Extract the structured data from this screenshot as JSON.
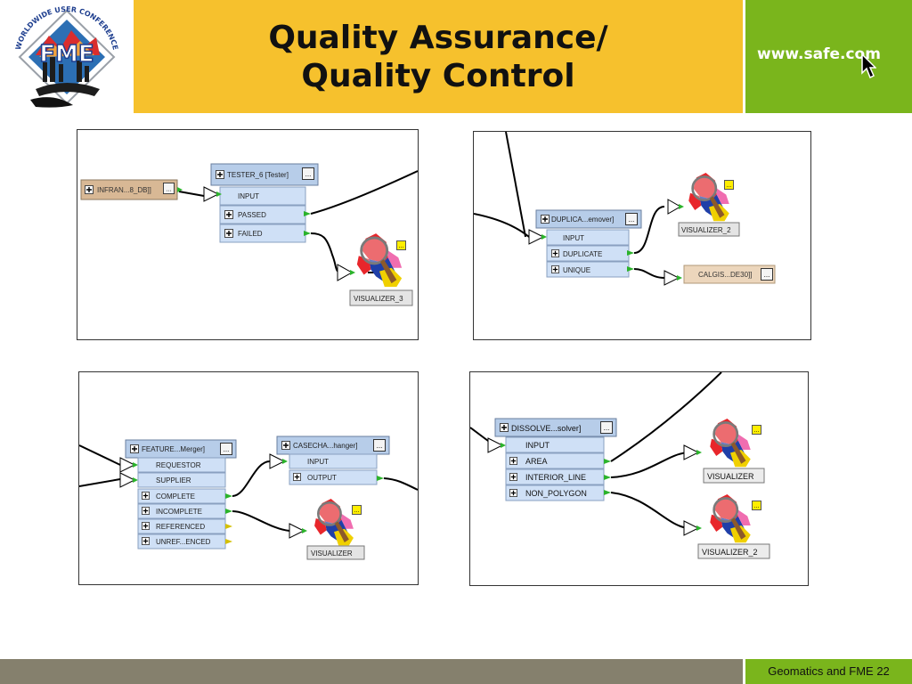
{
  "header": {
    "logo": {
      "icon": "fme-world-user-conference-logo",
      "arc_text": "WORLDWIDE USER CONFERENCE",
      "letters": "FME"
    },
    "title_line1": "Quality Assurance/",
    "title_line2": "Quality Control",
    "url": "www.safe.com",
    "cursor_icon": "arrow-cursor-icon"
  },
  "footer": {
    "text": "Geomatics and FME 22"
  },
  "panels": {
    "tester": {
      "source": "INFRAN...8_DB]]",
      "transformer": "TESTER_6 [Tester]",
      "ports": [
        "INPUT",
        "PASSED",
        "FAILED"
      ],
      "visualizer": "VISUALIZER_3"
    },
    "duplicate": {
      "transformer": "DUPLICA...emover]",
      "ports": [
        "INPUT",
        "DUPLICATE",
        "UNIQUE"
      ],
      "visualizer": "VISUALIZER_2",
      "output": "CALGIS...DE30]]"
    },
    "merger": {
      "transformer": "FEATURE...Merger]",
      "ports": [
        "REQUESTOR",
        "SUPPLIER",
        "COMPLETE",
        "INCOMPLETE",
        "REFERENCED",
        "UNREF...ENCED"
      ],
      "changer": "CASECHA...hanger]",
      "changer_ports": [
        "INPUT",
        "OUTPUT"
      ],
      "visualizer": "VISUALIZER"
    },
    "dissolve": {
      "transformer": "DISSOLVE...solver]",
      "ports": [
        "INPUT",
        "AREA",
        "INTERIOR_LINE",
        "NON_POLYGON"
      ],
      "visualizer_a": "VISUALIZER",
      "visualizer_b": "VISUALIZER_2"
    }
  },
  "colors": {
    "title_band": "#f6c12d",
    "accent_green": "#7ab51c",
    "footer_band": "#85806d",
    "node_blue": "#b7cde9",
    "port_blue": "#cfe0f6",
    "reader_tan": "#d8b895"
  }
}
